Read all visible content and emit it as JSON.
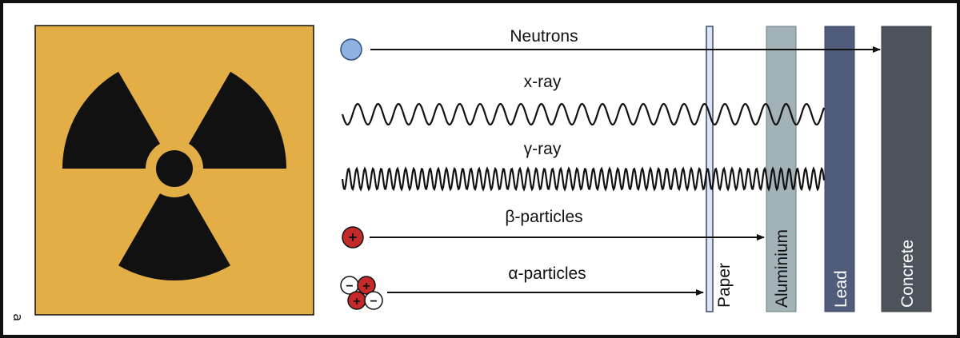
{
  "hazard_sign": {
    "background_color": "#E3AE45",
    "symbol_color": "#111111",
    "icon": "radiation-trefoil-icon",
    "corner_mark": "ɐ"
  },
  "radiation_types": [
    {
      "label": "Neutrons",
      "stopped_by": "Concrete",
      "icon": "neutron-icon",
      "color": "#8EB1E0"
    },
    {
      "label": "x-ray",
      "stopped_by": "Lead",
      "icon": "wave-icon"
    },
    {
      "label": "γ-ray",
      "stopped_by": "Lead",
      "icon": "wave-icon"
    },
    {
      "label": "β-particles",
      "stopped_by": "Aluminium",
      "icon": "positive-particle-icon",
      "color": "#C42A2A"
    },
    {
      "label": "α-particles",
      "stopped_by": "Paper",
      "icon": "alpha-particle-icon",
      "color": "#C42A2A"
    }
  ],
  "barriers": [
    {
      "label": "Paper",
      "color": "#DCE5F3"
    },
    {
      "label": "Aluminium",
      "color": "#A3B2B7"
    },
    {
      "label": "Lead",
      "color": "#505C7A"
    },
    {
      "label": "Concrete",
      "color": "#4C535B"
    }
  ],
  "particle_signs": {
    "plus": "+",
    "minus": "−"
  }
}
